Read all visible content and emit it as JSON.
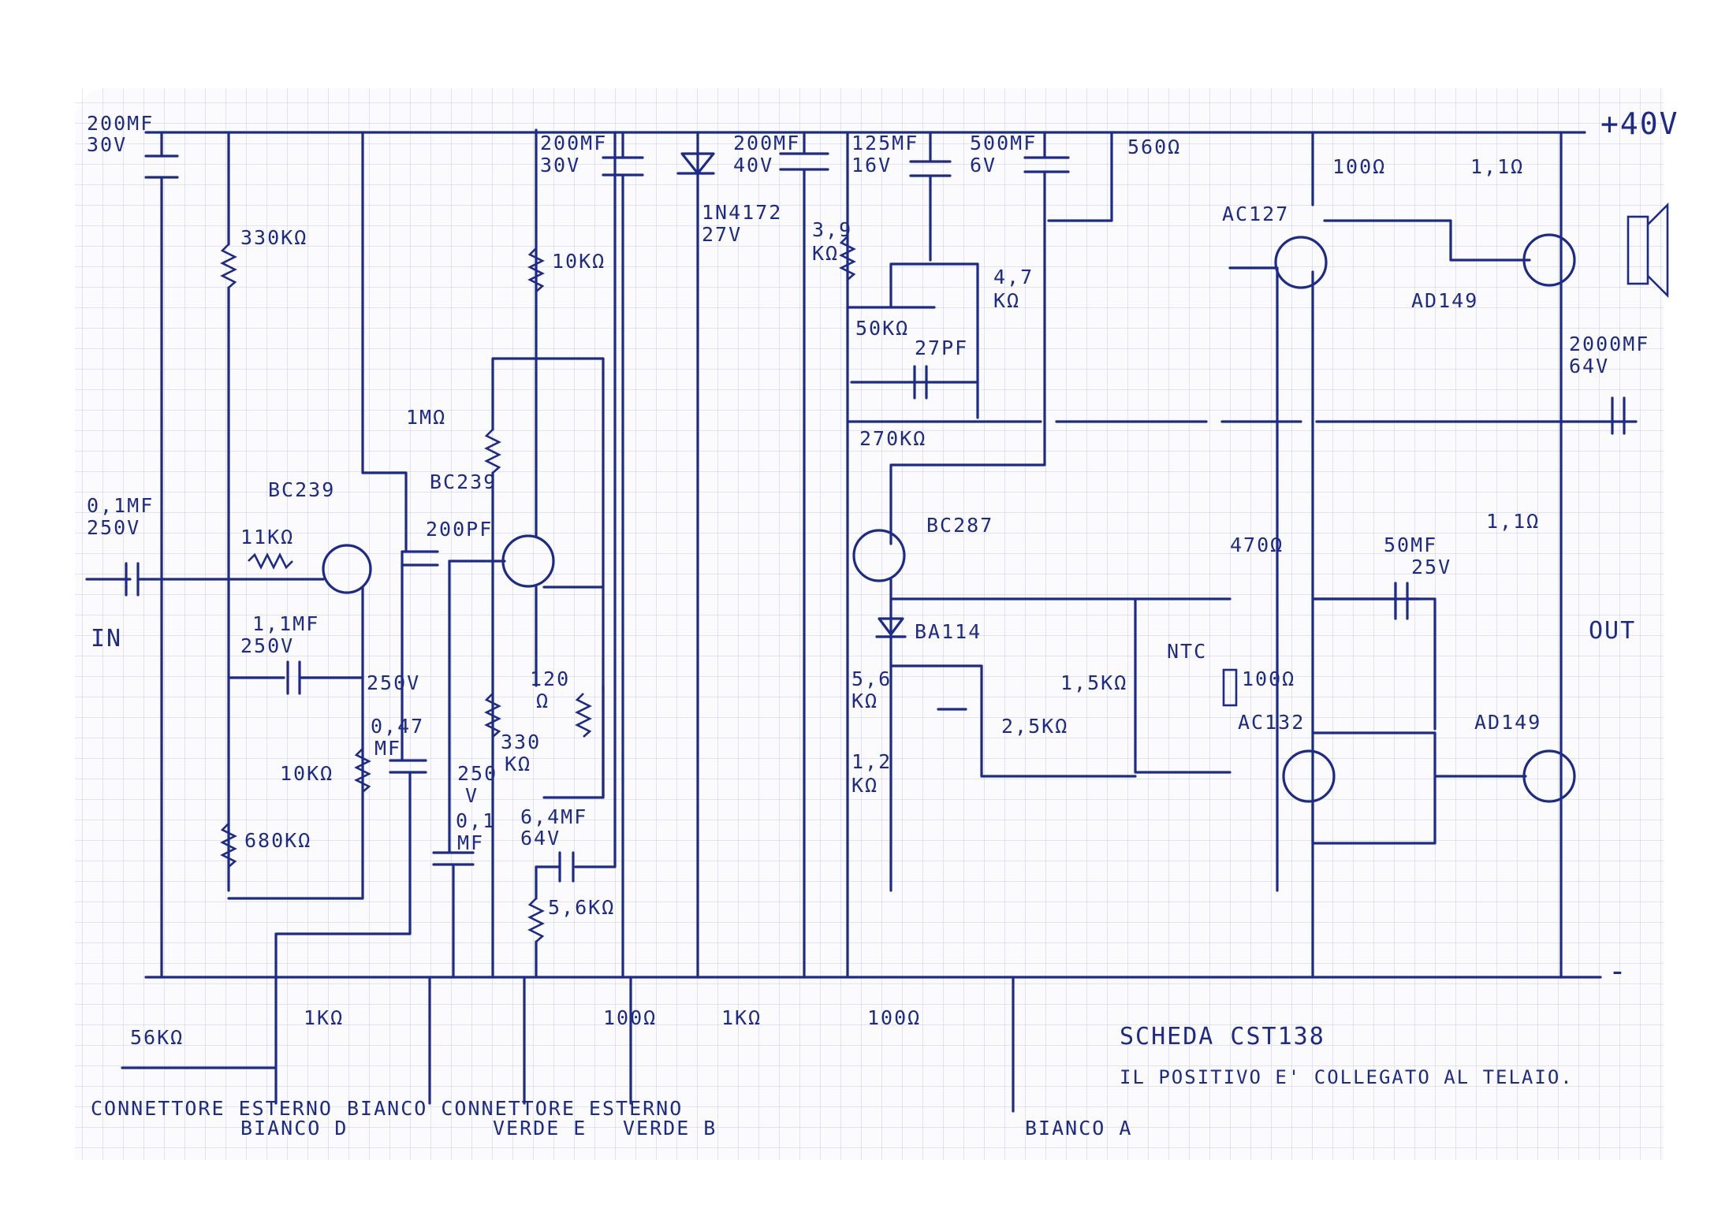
{
  "title": "SCHEDA CST138",
  "note": "IL POSITIVO E' COLLEGATO AL TELAIO.",
  "rail_label": "+40V",
  "ground_label": "-",
  "in_label": "IN",
  "out_label": "OUT",
  "colors": {
    "ink": "#1c2a8a",
    "paper": "#fbfbfd",
    "grid": "#c8cbe3"
  },
  "labels": {
    "c_in_top": [
      "200MF",
      "30V"
    ],
    "c_in": [
      "0,1MF",
      "250V"
    ],
    "r330k": "330KΩ",
    "r11k": "11KΩ",
    "t1": "BC239",
    "c1mf": [
      "1,1MF",
      "250V"
    ],
    "r10k_a": "10KΩ",
    "r680k": "680KΩ",
    "t2": "BC239",
    "r1m": "1MΩ",
    "c200pf": "200PF",
    "r10k_b": "10KΩ",
    "c_200mf_b": [
      "200MF",
      "30V"
    ],
    "zener": [
      "1N4172",
      "27V"
    ],
    "c_200mf_c": [
      "200MF",
      "40V"
    ],
    "c_125mf": [
      "125MF",
      "16V"
    ],
    "c_500mf": [
      "500MF",
      "6V"
    ],
    "r560": "560Ω",
    "r100_top": "100Ω",
    "r11_top": "1,1Ω",
    "t_ac127": "AC127",
    "t_ad149_top": "AD149",
    "c_2000mf": [
      "2000MF",
      "64V"
    ],
    "r39k": [
      "3,9",
      "KΩ"
    ],
    "p50k": "50KΩ",
    "r47k": [
      "4,7",
      "KΩ"
    ],
    "c27pf": "27PF",
    "r270k": "270KΩ",
    "t_bc287": "BC287",
    "d_ba114": "BA114",
    "r56k_v": [
      "5,6",
      "KΩ"
    ],
    "r12k": [
      "1,2",
      "KΩ"
    ],
    "p25k": "2,5KΩ",
    "r15k": "1,5KΩ",
    "ntc": "NTC",
    "r100_ntc": "100Ω",
    "r470": "470Ω",
    "c50mf": [
      "50MF",
      "25V"
    ],
    "r11_mid": "1,1Ω",
    "t_ac132": "AC132",
    "t_ad149_bot": "AD149",
    "c047": [
      "0,47",
      "MF"
    ],
    "v250_a": "250V",
    "c01_b": [
      "250",
      "V",
      "0,1",
      "MF"
    ],
    "r120": [
      "120",
      "Ω"
    ],
    "r330k_b": [
      "330",
      "KΩ"
    ],
    "c64mf": [
      "6,4MF",
      "64V"
    ],
    "r56k_b": "5,6KΩ",
    "r1k_a": "1KΩ",
    "r100_a": "100Ω",
    "r1k_b": "1KΩ",
    "r100_b": "100Ω",
    "r56k_ext": "56KΩ",
    "wires": [
      "CONNETTORE ESTERNO",
      "BIANCO D",
      "BIANCO CONNETTORE ESTERNO",
      "VERDE E",
      "VERDE B",
      "BIANCO A"
    ]
  }
}
